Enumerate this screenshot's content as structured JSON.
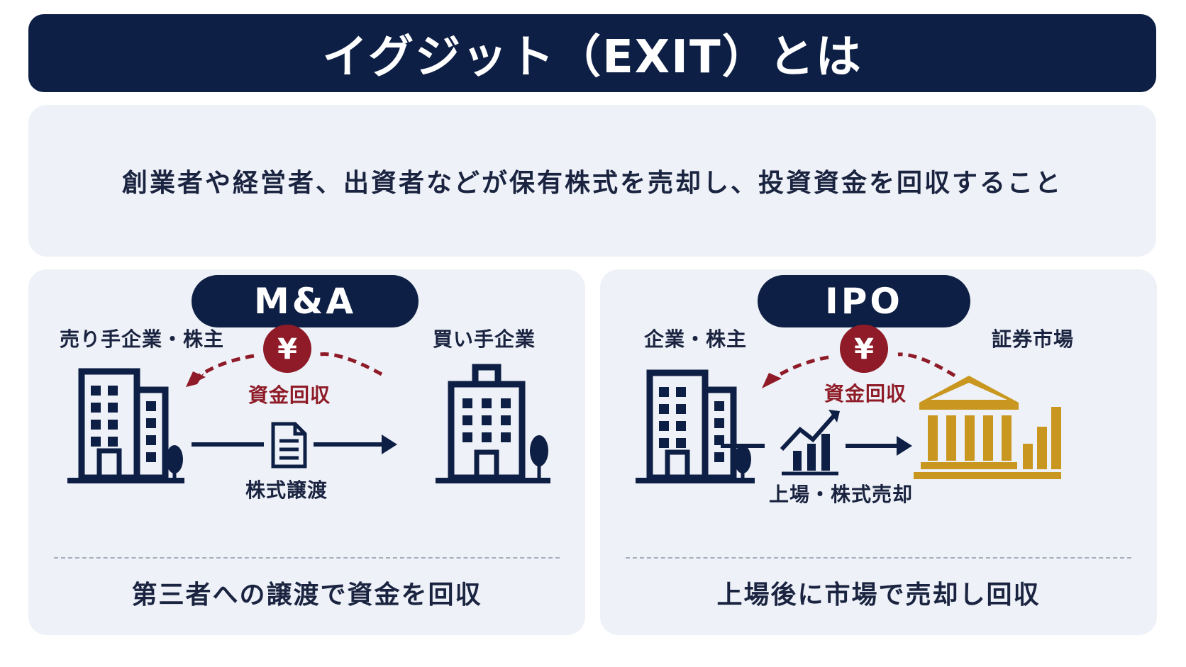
{
  "title": "イグジット（EXIT）とは",
  "definition": "創業者や経営者、出資者などが保有株式を売却し、投資資金を回収すること",
  "ma": {
    "heading": "M&A",
    "seller_label": "売り手企業・株主",
    "buyer_label": "買い手企業",
    "yen_symbol": "¥",
    "flow_back_label": "資金回収",
    "transfer_label": "株式譲渡",
    "summary": "第三者への譲渡で資金を回収"
  },
  "ipo": {
    "heading": "IPO",
    "company_label": "企業・株主",
    "market_label": "証券市場",
    "yen_symbol": "¥",
    "flow_back_label": "資金回収",
    "transfer_label": "上場・株式売却",
    "summary": "上場後に市場で売却し回収"
  },
  "colors": {
    "navy": "#0e1f45",
    "panel_bg": "#eef1f7",
    "accent_red": "#8e1b27",
    "gold": "#c9971f"
  },
  "icons": {
    "seller": "office-building-icon",
    "buyer": "office-building-icon",
    "document": "document-icon",
    "yen": "yen-coin-icon",
    "chart": "growth-chart-icon",
    "market": "stock-exchange-icon"
  }
}
